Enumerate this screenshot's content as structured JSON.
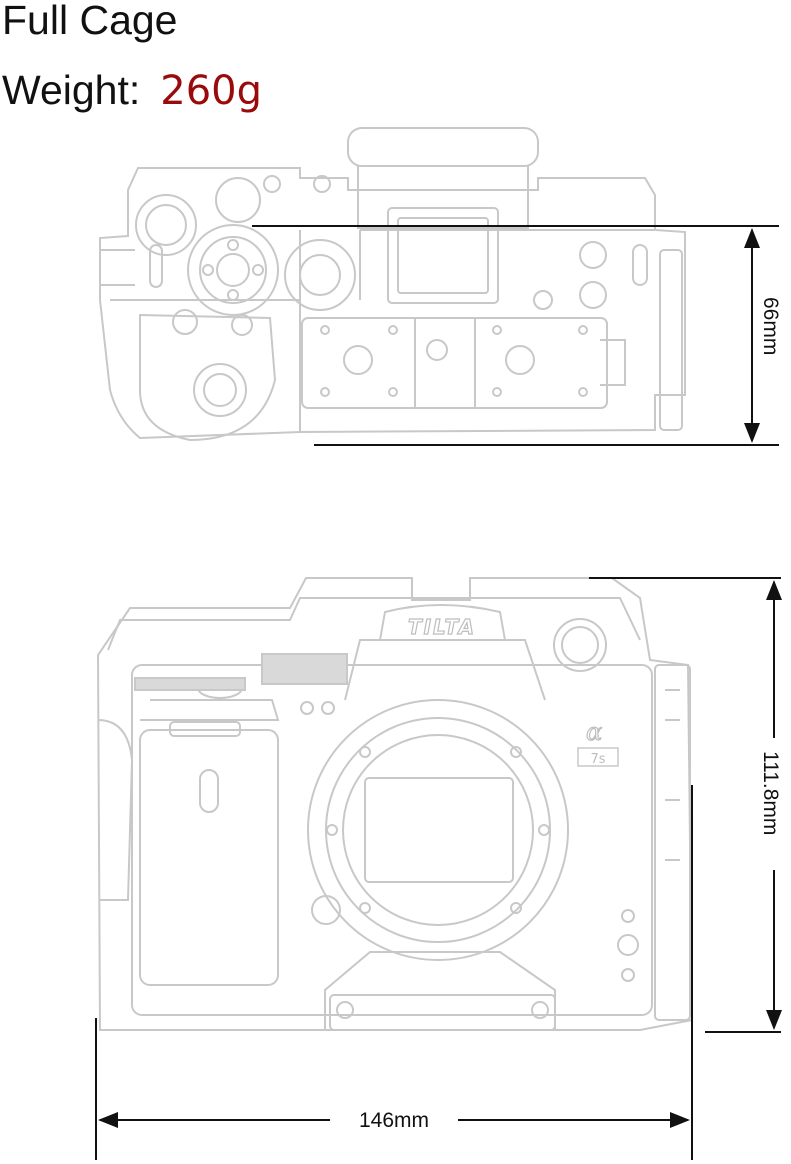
{
  "header": {
    "title": "Full Cage",
    "weight_label": "Weight:",
    "weight_value": "260g"
  },
  "colors": {
    "weight_value": "#9b0a0a",
    "line_art": "#c8c8c8",
    "dimension_lines": "#111111"
  },
  "dimensions": {
    "top_view_height": "66mm",
    "front_view_height": "111.8mm",
    "front_view_width": "146mm"
  },
  "labels": {
    "brand": "TILTA",
    "model_mark": "α",
    "model_badge": "7s"
  }
}
